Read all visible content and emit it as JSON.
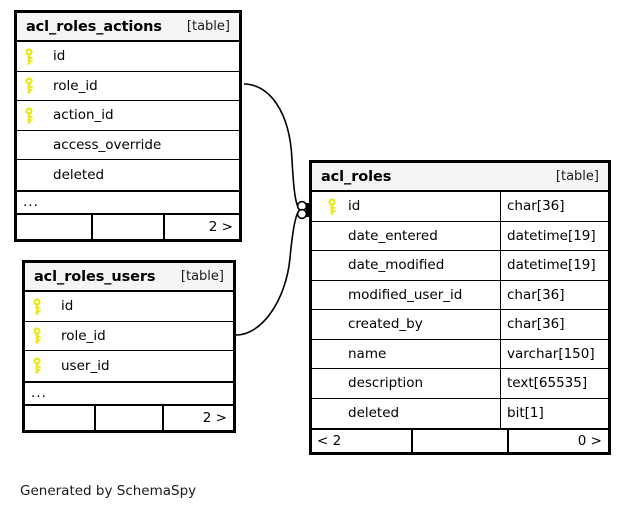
{
  "diagram": {
    "caption": "Generated by SchemaSpy",
    "table_tag": "[table]",
    "ellipsis": "...",
    "key_icon": "primary-key-icon",
    "key_color": "#e8e81c",
    "border_color": "#000000",
    "header_bg": "#f5f5f5",
    "background": "#ffffff"
  },
  "entities": [
    {
      "id": "acl_roles_actions",
      "name": "acl_roles_actions",
      "tag": "[table]",
      "columns": [
        {
          "name": "id",
          "key": true,
          "type": ""
        },
        {
          "name": "role_id",
          "key": true,
          "type": ""
        },
        {
          "name": "action_id",
          "key": true,
          "type": ""
        },
        {
          "name": "access_override",
          "key": false,
          "type": ""
        },
        {
          "name": "deleted",
          "key": false,
          "type": ""
        }
      ],
      "has_more": true,
      "more_label": "...",
      "footer": {
        "left": "",
        "middle": "",
        "right": "2 >"
      }
    },
    {
      "id": "acl_roles_users",
      "name": "acl_roles_users",
      "tag": "[table]",
      "columns": [
        {
          "name": "id",
          "key": true,
          "type": ""
        },
        {
          "name": "role_id",
          "key": true,
          "type": ""
        },
        {
          "name": "user_id",
          "key": true,
          "type": ""
        }
      ],
      "has_more": true,
      "more_label": "...",
      "footer": {
        "left": "",
        "middle": "",
        "right": "2 >"
      }
    },
    {
      "id": "acl_roles",
      "name": "acl_roles",
      "tag": "[table]",
      "columns": [
        {
          "name": "id",
          "key": true,
          "type": "char[36]"
        },
        {
          "name": "date_entered",
          "key": false,
          "type": "datetime[19]"
        },
        {
          "name": "date_modified",
          "key": false,
          "type": "datetime[19]"
        },
        {
          "name": "modified_user_id",
          "key": false,
          "type": "char[36]"
        },
        {
          "name": "created_by",
          "key": false,
          "type": "char[36]"
        },
        {
          "name": "name",
          "key": false,
          "type": "varchar[150]"
        },
        {
          "name": "description",
          "key": false,
          "type": "text[65535]"
        },
        {
          "name": "deleted",
          "key": false,
          "type": "bit[1]"
        }
      ],
      "has_more": false,
      "more_label": "",
      "footer": {
        "left": "< 2",
        "middle": "",
        "right": "0 >"
      }
    }
  ],
  "relationships": [
    {
      "id": "rel-actions-roles",
      "from_table": "acl_roles_actions",
      "from_column": "role_id",
      "to_table": "acl_roles",
      "to_column": "id",
      "cardinality": "zero-or-one"
    },
    {
      "id": "rel-users-roles",
      "from_table": "acl_roles_users",
      "from_column": "role_id",
      "to_table": "acl_roles",
      "to_column": "id",
      "cardinality": "zero-or-one"
    }
  ]
}
